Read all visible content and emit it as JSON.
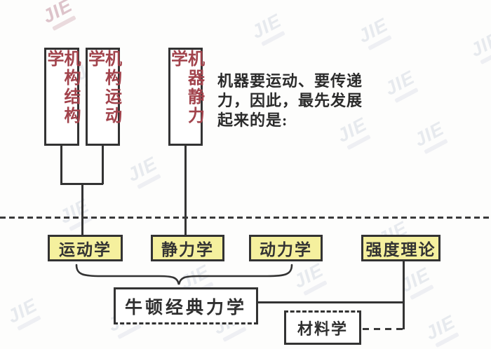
{
  "watermark": {
    "text": "JIE"
  },
  "top_boxes": [
    {
      "label": "机构结构学"
    },
    {
      "label": "机构运动学"
    },
    {
      "label": "机器静力学"
    }
  ],
  "caption": {
    "line1": "机器要运动、要传递",
    "line2": "力，因此，最先发展",
    "line3": "起来的是:"
  },
  "mid_boxes": [
    {
      "label": "运动学"
    },
    {
      "label": "静力学"
    },
    {
      "label": "动力学"
    },
    {
      "label": "强度理论"
    }
  ],
  "newton_box": {
    "label": "牛顿经典力学"
  },
  "materials_box": {
    "label": "材料学"
  },
  "colors": {
    "node_fill_yellow": "#f5f09e",
    "red_label_text": "#a2434c",
    "line_color": "#333333",
    "text_color": "#2b2b2b",
    "watermark_color": "#cdd2de"
  }
}
